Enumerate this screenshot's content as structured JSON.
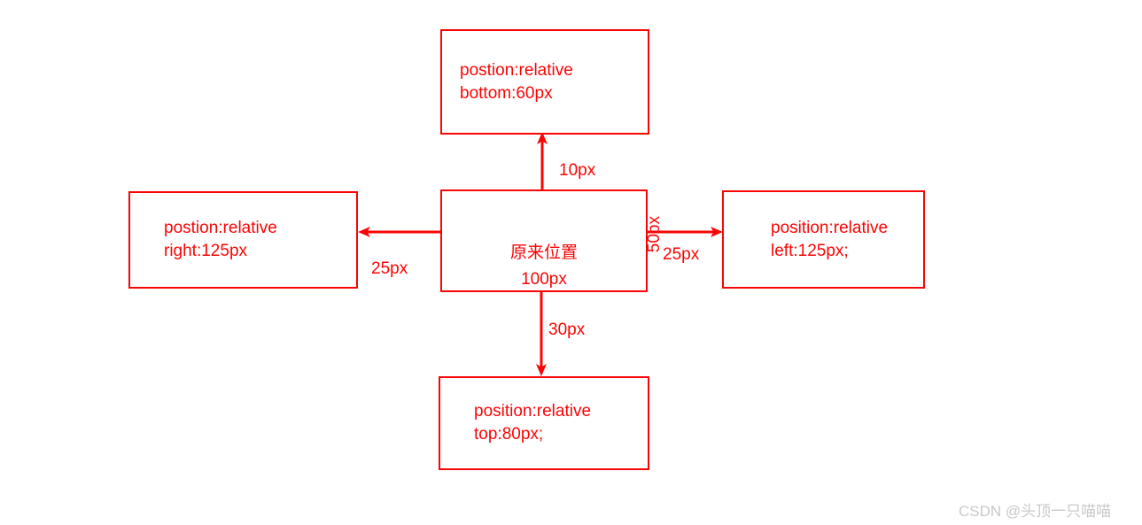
{
  "diagram": {
    "title": "CSS position:relative offset diagram",
    "accent_color": "#fa0505",
    "background_color": "#ffffff",
    "boxes": {
      "top": {
        "line1": "postion:relative",
        "line2": "bottom:60px"
      },
      "left": {
        "line1": "postion:relative",
        "line2": "right:125px"
      },
      "right": {
        "line1": "position:relative",
        "line2": "left:125px;"
      },
      "bottom": {
        "line1": "position:relative",
        "line2": "top:80px;"
      },
      "center": {
        "label": "原来位置",
        "width_label": "100px",
        "height_label": "50px"
      }
    },
    "arrows": {
      "up": {
        "label": "10px",
        "direction": "up"
      },
      "left": {
        "label": "25px",
        "direction": "left"
      },
      "right": {
        "label": "25px",
        "direction": "right"
      },
      "down": {
        "label": "30px",
        "direction": "down"
      }
    }
  },
  "watermark": {
    "text": "CSDN @头顶一只喵喵",
    "color": "#c9c9c9"
  }
}
